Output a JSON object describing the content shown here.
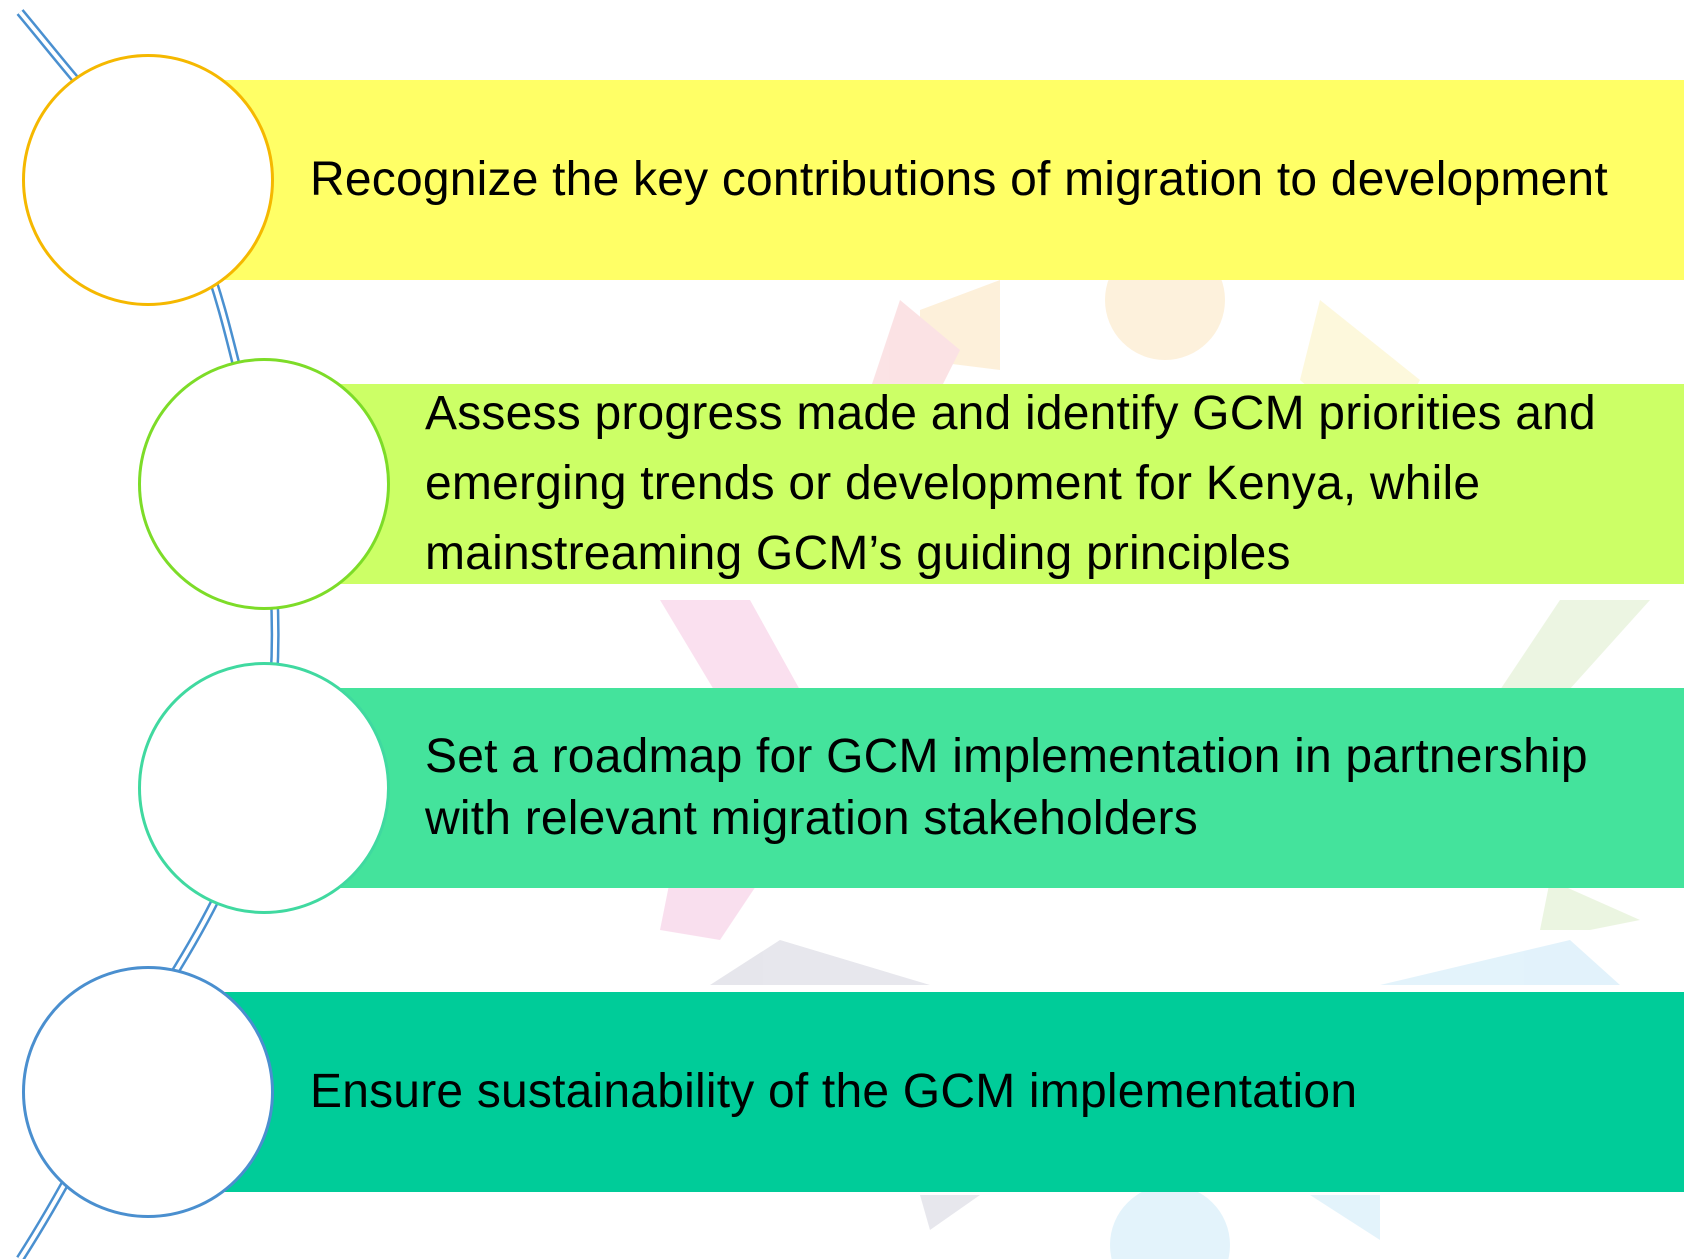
{
  "colors": {
    "band_1": "#FFFF66",
    "band_2": "#CCFF66",
    "band_3": "#44E39C",
    "band_4": "#00CC99",
    "circle_1": "#F5B800",
    "circle_2": "#7DDC28",
    "circle_3": "#40D9A0",
    "circle_4": "#4A8FCF",
    "curve": "#4A90D0"
  },
  "steps": [
    {
      "text": "Recognize the key contributions of migration to development"
    },
    {
      "text": "Assess progress made and identify GCM priorities and emerging trends or development for Kenya, while mainstreaming GCM’s guiding principles"
    },
    {
      "text": "Set a roadmap for GCM implementation in partnership with relevant migration stakeholders"
    },
    {
      "text": "Ensure sustainability of the GCM implementation"
    }
  ]
}
